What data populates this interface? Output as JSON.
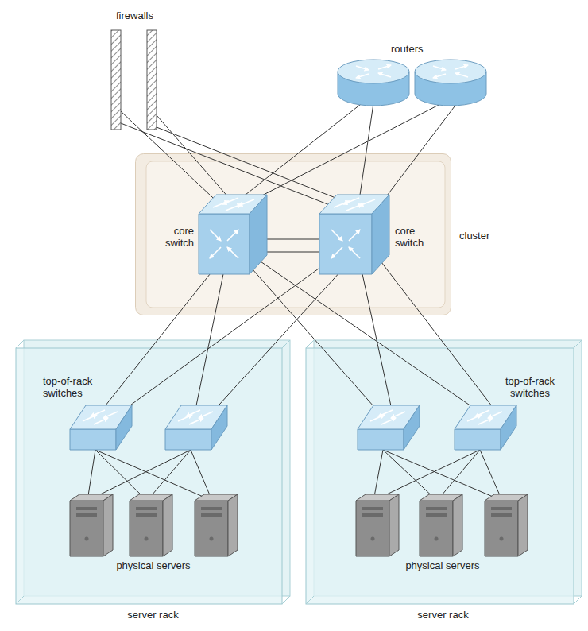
{
  "diagram": {
    "nodes": [
      {
        "text": [
          "cluster"
        ]
      },
      {
        "text": [
          "core switch"
        ],
        "in": 0
      },
      {
        "text": [
          "core switch"
        ],
        "in": 0
      },
      {
        "text": [
          "server rack"
        ]
      },
      {
        "text": [
          "server rack"
        ]
      }
    ],
    "edges": [
      {
        "from": 1,
        "to": 2,
        "arrow": "none"
      },
      {
        "from": 1,
        "to": 2,
        "arrow": "none"
      }
    ],
    "labels": [
      "firewalls",
      "routers",
      "top-of-rack switches",
      "physical servers",
      "top-of-rack switches",
      "physical servers"
    ]
  }
}
